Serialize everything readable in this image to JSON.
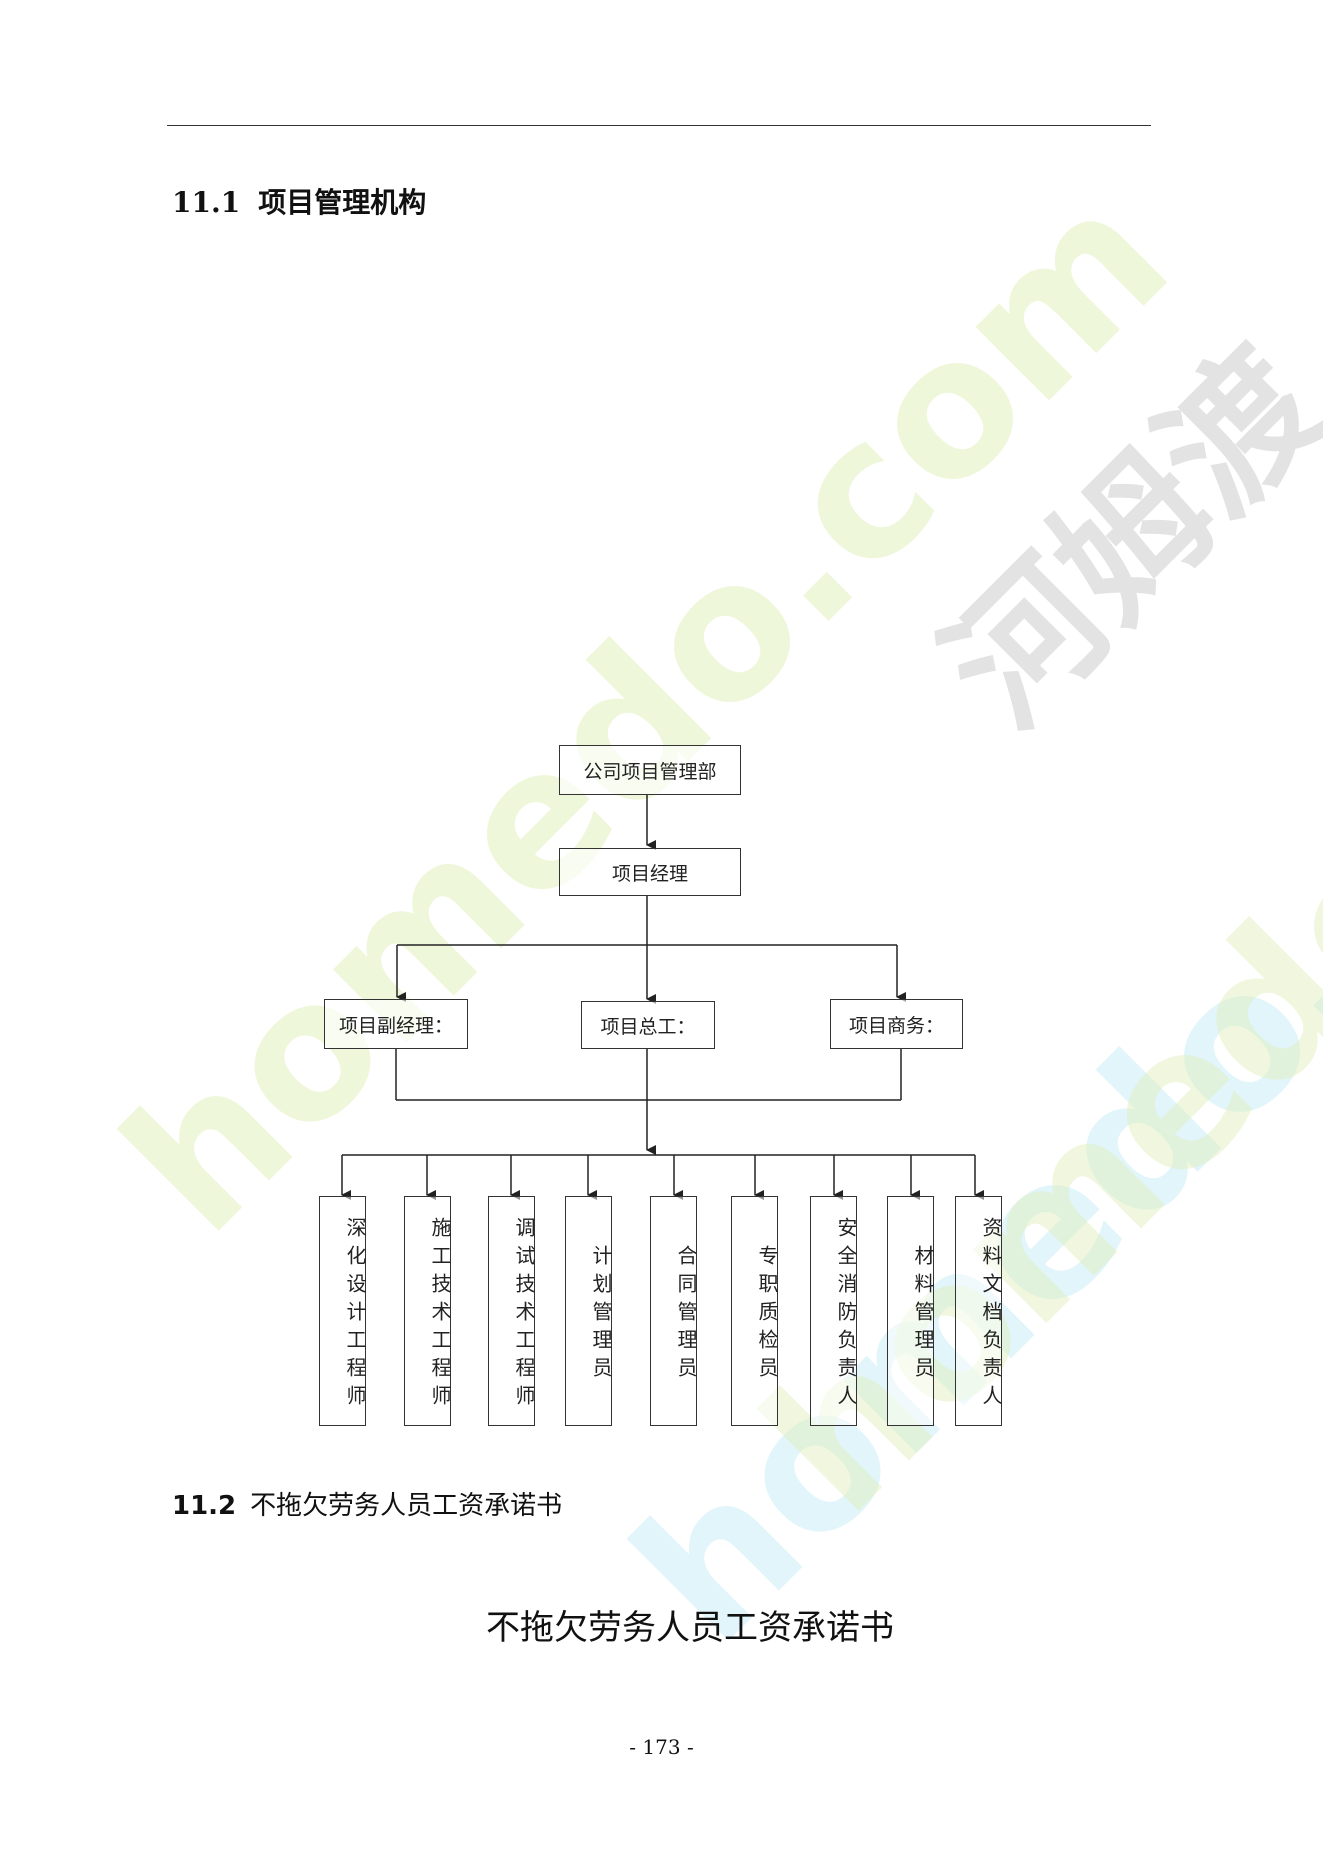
{
  "section1": {
    "number": "11.1",
    "title": "项目管理机构"
  },
  "org_chart": {
    "top": "公司项目管理部",
    "manager": "项目经理",
    "deputies": [
      "项目副经理：",
      "项目总工：",
      "项目商务："
    ],
    "staff": [
      "深化设计工程师",
      "施工技术工程师",
      "调试技术工程师",
      "计划管理员",
      "合同管理员",
      "专职质检员",
      "安全消防负责人",
      "材料管理员",
      "资料文档负责人"
    ]
  },
  "section2": {
    "number": "11.2",
    "title": "不拖欠劳务人员工资承诺书"
  },
  "doc_title": "不拖欠劳务人员工资承诺书",
  "page_number": "- 173 -",
  "watermarks": [
    "homedo.com",
    "homedo.com",
    "河姆渡",
    "homedo.com"
  ]
}
